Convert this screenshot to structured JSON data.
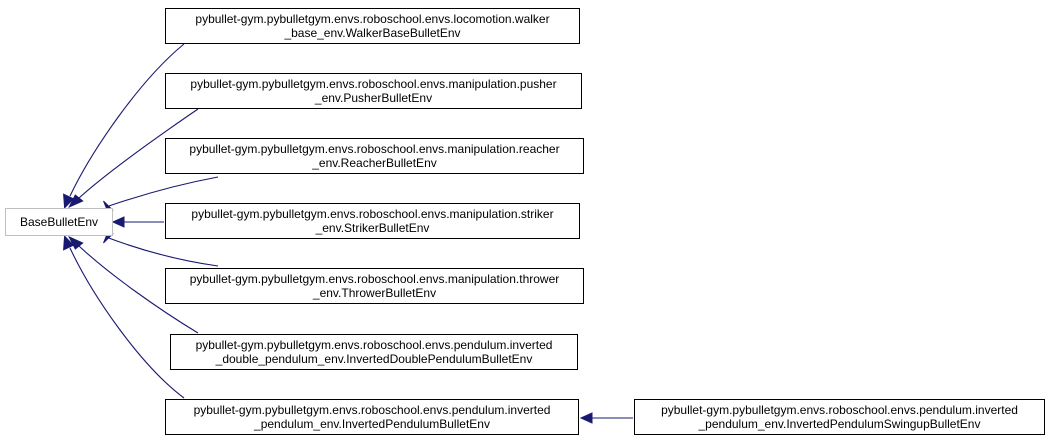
{
  "colors": {
    "edge": "#191970",
    "node_border": "#000000",
    "base_border": "#bfbfbf",
    "background": "#ffffff"
  },
  "nodes": {
    "base": {
      "line1": "BaseBulletEnv"
    },
    "walker": {
      "line1": "pybullet-gym.pybulletgym.envs.roboschool.envs.locomotion.walker",
      "line2": "_base_env.WalkerBaseBulletEnv"
    },
    "pusher": {
      "line1": "pybullet-gym.pybulletgym.envs.roboschool.envs.manipulation.pusher",
      "line2": "_env.PusherBulletEnv"
    },
    "reacher": {
      "line1": "pybullet-gym.pybulletgym.envs.roboschool.envs.manipulation.reacher",
      "line2": "_env.ReacherBulletEnv"
    },
    "striker": {
      "line1": "pybullet-gym.pybulletgym.envs.roboschool.envs.manipulation.striker",
      "line2": "_env.StrikerBulletEnv"
    },
    "thrower": {
      "line1": "pybullet-gym.pybulletgym.envs.roboschool.envs.manipulation.thrower",
      "line2": "_env.ThrowerBulletEnv"
    },
    "double_pendulum": {
      "line1": "pybullet-gym.pybulletgym.envs.roboschool.envs.pendulum.inverted",
      "line2": "_double_pendulum_env.InvertedDoublePendulumBulletEnv"
    },
    "pendulum": {
      "line1": "pybullet-gym.pybulletgym.envs.roboschool.envs.pendulum.inverted",
      "line2": "_pendulum_env.InvertedPendulumBulletEnv"
    },
    "swingup": {
      "line1": "pybullet-gym.pybulletgym.envs.roboschool.envs.pendulum.inverted",
      "line2": "_pendulum_env.InvertedPendulumSwingupBulletEnv"
    }
  },
  "edges": [
    {
      "from": "walker",
      "to": "base"
    },
    {
      "from": "pusher",
      "to": "base"
    },
    {
      "from": "reacher",
      "to": "base"
    },
    {
      "from": "striker",
      "to": "base"
    },
    {
      "from": "thrower",
      "to": "base"
    },
    {
      "from": "double_pendulum",
      "to": "base"
    },
    {
      "from": "pendulum",
      "to": "base"
    },
    {
      "from": "swingup",
      "to": "pendulum"
    }
  ]
}
